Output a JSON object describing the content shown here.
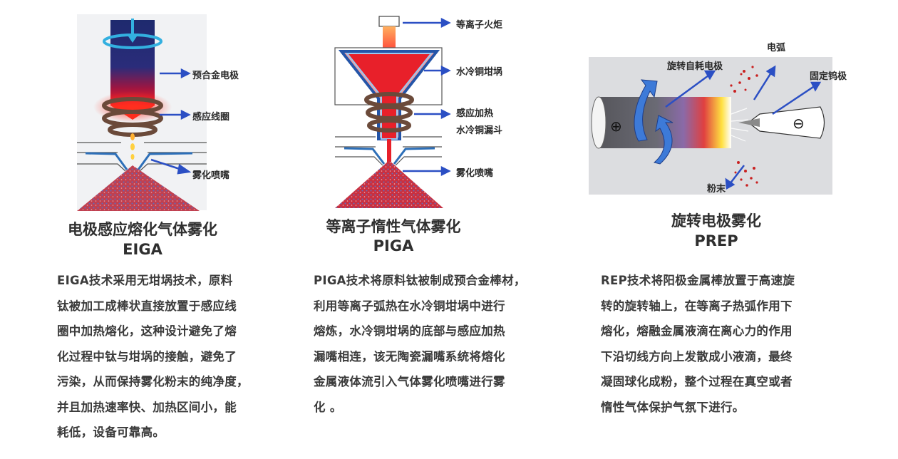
{
  "panels": [
    {
      "title": "电极感应熔化气体雾化",
      "abbr": "EIGA",
      "labels": [
        "预合金电极",
        "感应线圈",
        "雾化喷嘴"
      ],
      "description_lines": [
        "EIGA技术采用无坩埚技术，原料",
        "钛被加工成棒状直接放置于感应线",
        "圈中加热熔化，这种设计避免了熔",
        "化过程中钛与坩埚的接触，避免了",
        "污染，从而保持雾化粉末的纯净度，",
        "并且加热速率快、加热区间小，能",
        "耗低，设备可靠高。"
      ]
    },
    {
      "title": "等离子惰性气体雾化",
      "abbr": "PIGA",
      "labels": [
        "等离子火炬",
        "水冷铜坩埚",
        "感应加热",
        "水冷铜漏斗",
        "雾化喷嘴"
      ],
      "description_lines": [
        "PIGA技术将原料钛被制成预合金棒材，",
        "利用等离子弧热在水冷铜坩埚中进行",
        "熔炼，水冷铜坩埚的底部与感应加热",
        "漏嘴相连，该无陶瓷漏嘴系统将熔化",
        "金属液体流引入气体雾化喷嘴进行雾",
        "化 。"
      ]
    },
    {
      "title": "旋转电极雾化",
      "abbr": "PREP",
      "labels": [
        "旋转自耗电极",
        "电弧",
        "固定钨极",
        "粉末"
      ],
      "description_lines": [
        "REP技术将阳极金属棒放置于高速旋",
        "转的旋转轴上，在等离子热弧作用下",
        "熔化，熔融金属液滴在离心力的作用",
        "下沿切线方向上发散成小液滴，最终",
        "凝固球化成粉，整个过程在真空或者",
        "惰性气体保护气氛下进行。"
      ]
    }
  ],
  "colors": {
    "arrow": "#2b4fc4",
    "melt_red": "#e8202a",
    "powder_red": "#c92b3b",
    "text": "#3b3b3b"
  }
}
